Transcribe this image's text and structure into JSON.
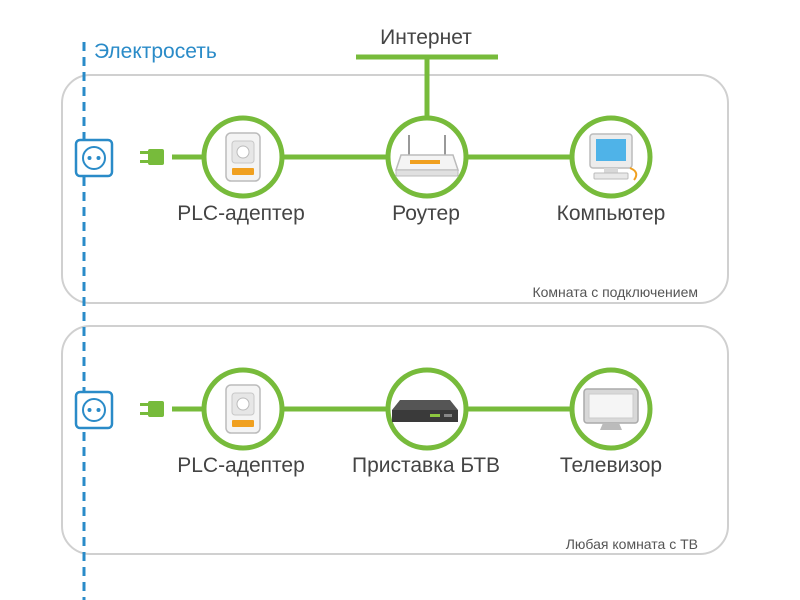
{
  "power_grid": {
    "title": "Электросеть"
  },
  "internet": {
    "label": "Интернет"
  },
  "rooms": [
    {
      "caption": "Комната с подключением",
      "devices": [
        {
          "icon": "plc-adapter-icon",
          "label": "PLC-адептер"
        },
        {
          "icon": "router-icon",
          "label": "Роутер"
        },
        {
          "icon": "computer-icon",
          "label": "Компьютер"
        }
      ]
    },
    {
      "caption": "Любая комната с ТВ",
      "devices": [
        {
          "icon": "plc-adapter-icon",
          "label": "PLC-адептер"
        },
        {
          "icon": "set-top-box-icon",
          "label": "Приставка БТВ"
        },
        {
          "icon": "tv-icon",
          "label": "Телевизор"
        }
      ]
    }
  ],
  "colors": {
    "link": "#77bb3b",
    "grid": "#2a8bc8",
    "room_border": "#d0d0d0",
    "accent": "#f0a020"
  }
}
